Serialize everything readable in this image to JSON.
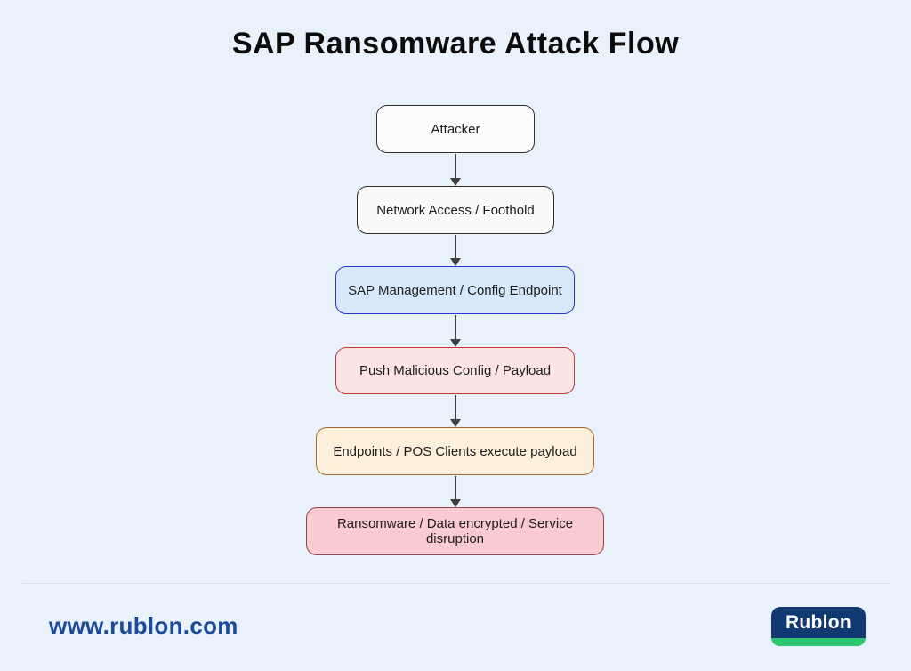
{
  "title": "SAP Ransomware Attack Flow",
  "flow": {
    "nodes": [
      {
        "id": "attacker",
        "label": "Attacker"
      },
      {
        "id": "network",
        "label": "Network Access / Foothold"
      },
      {
        "id": "sap",
        "label": "SAP Management / Config Endpoint"
      },
      {
        "id": "push",
        "label": "Push Malicious Config / Payload"
      },
      {
        "id": "endpoints",
        "label": "Endpoints / POS Clients execute payload"
      },
      {
        "id": "ransomware",
        "label": "Ransomware / Data encrypted / Service disruption"
      }
    ],
    "edges": [
      {
        "from": "attacker",
        "to": "network"
      },
      {
        "from": "network",
        "to": "sap"
      },
      {
        "from": "sap",
        "to": "push"
      },
      {
        "from": "push",
        "to": "endpoints"
      },
      {
        "from": "endpoints",
        "to": "ransomware"
      }
    ]
  },
  "footer": {
    "url": "www.rublon.com",
    "logo_text": "Rublon"
  },
  "colors": {
    "background": "#e9f1fb",
    "node_default_fill": "#fcfcfc",
    "node_default_border": "#2e2e2e",
    "node_sap_fill": "#d7e8fa",
    "node_sap_border": "#2b35c4",
    "node_push_fill": "#fce4e4",
    "node_push_border": "#c03a36",
    "node_endpoints_fill": "#fdf0da",
    "node_endpoints_border": "#a9682f",
    "node_ransomware_fill": "#f9cad0",
    "node_ransomware_border": "#94444e",
    "arrow": "#3f3f3f",
    "footer_url_text": "#1b4a9b",
    "logo_navy": "#123a70",
    "logo_green": "#29c76f"
  }
}
